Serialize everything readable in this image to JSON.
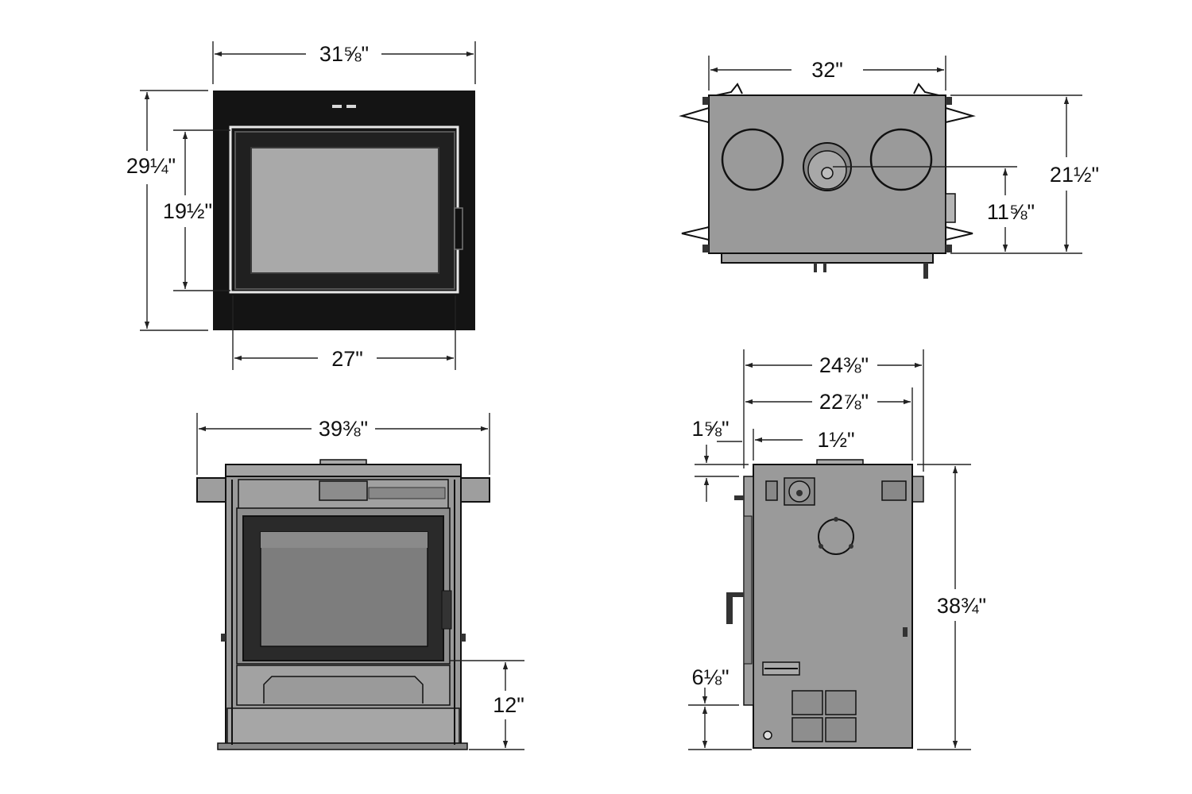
{
  "colors": {
    "panel_black": "#141414",
    "glass_grey": "#a9a9a9",
    "body_grey": "#9a9a9a",
    "dark_grey": "#6e6e6e",
    "line": "#222222"
  },
  "views": {
    "front": {
      "width": "31⅝\"",
      "height": "29¼\"",
      "opening_height": "19½\"",
      "opening_width": "27\""
    },
    "top": {
      "width": "32\"",
      "depth": "21½\"",
      "flue_offset": "11⅝\""
    },
    "front_body": {
      "width": "39⅜\"",
      "base_height": "12\""
    },
    "side": {
      "overall_depth": "24⅜\"",
      "body_depth": "22⅞\"",
      "flue_setback": "1½\"",
      "top_offset": "1⅝\"",
      "overall_height": "38¾\"",
      "bottom_height": "6⅛\""
    }
  }
}
